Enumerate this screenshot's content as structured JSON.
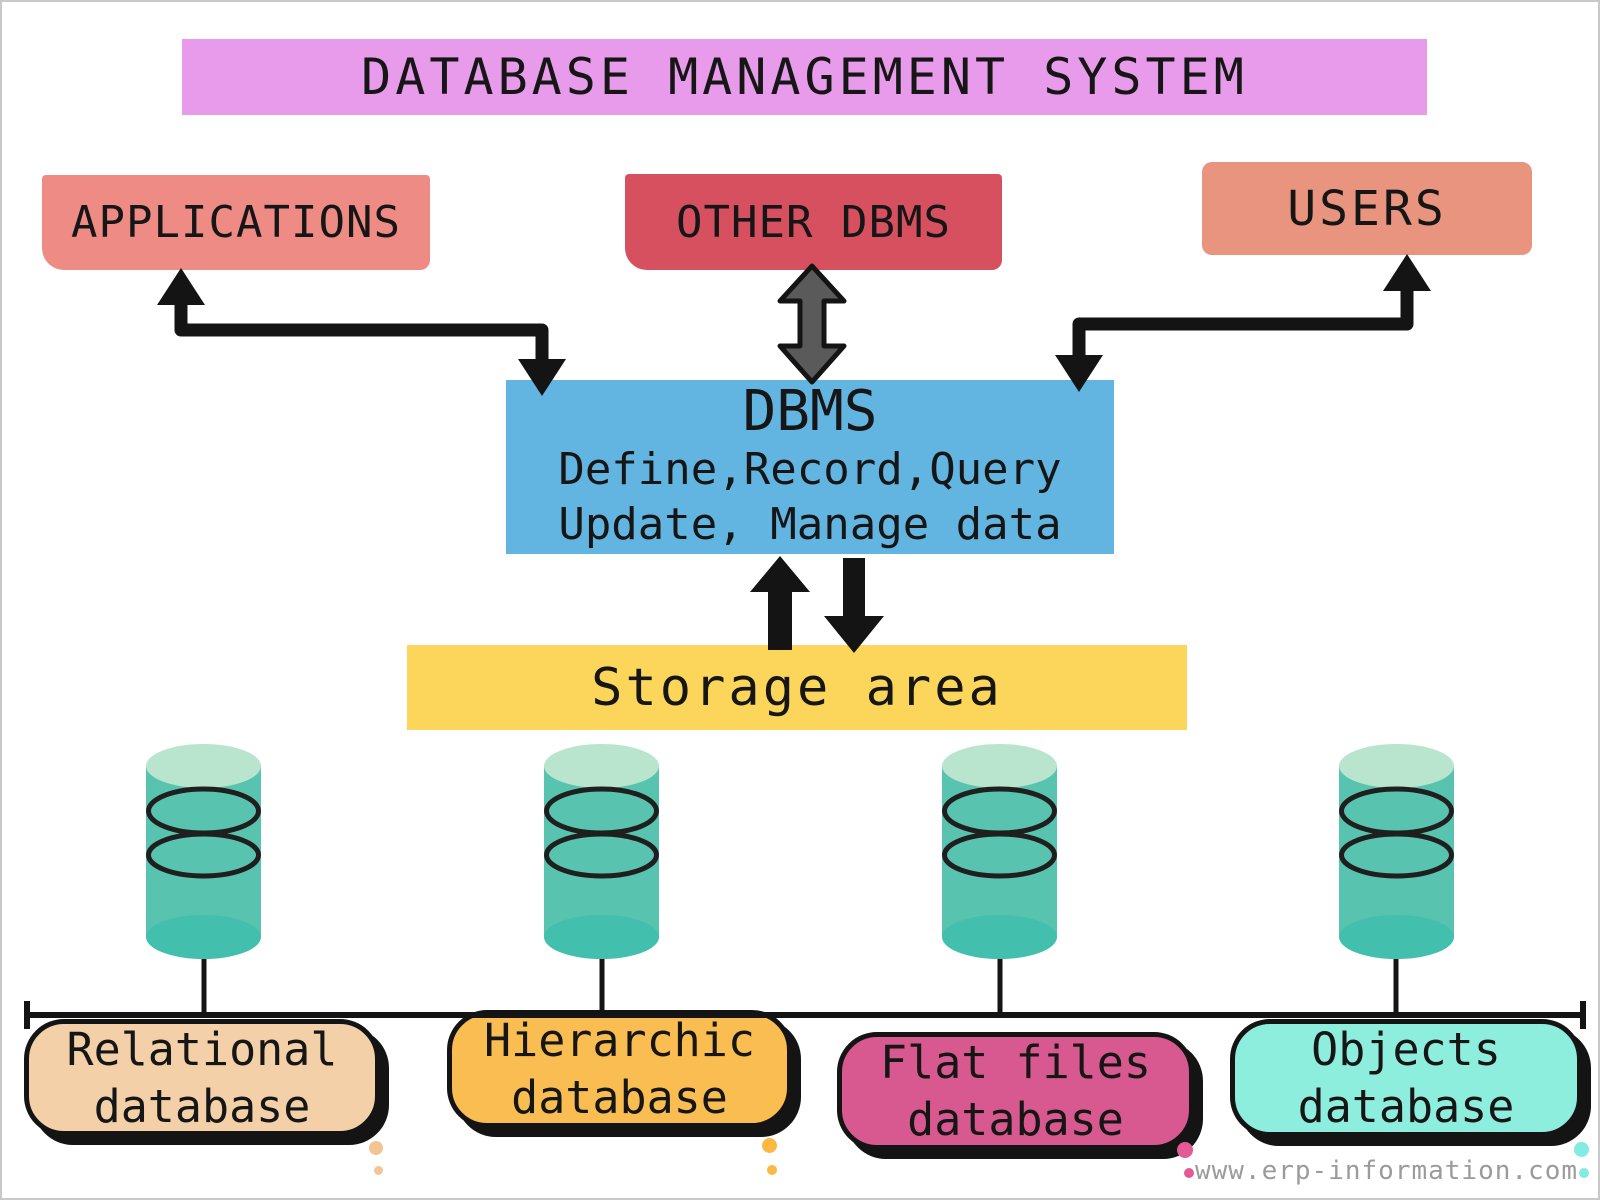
{
  "title": "DATABASE MANAGEMENT SYSTEM",
  "top_boxes": {
    "applications": "APPLICATIONS",
    "other_dbms": "OTHER DBMS",
    "users": "USERS"
  },
  "dbms": {
    "heading": "DBMS",
    "line1": "Define,Record,Query",
    "line2": "Update, Manage data"
  },
  "storage": {
    "label": "Storage area"
  },
  "databases": [
    {
      "line1": "Relational",
      "line2": "database"
    },
    {
      "line1": "Hierarchic",
      "line2": "database"
    },
    {
      "line1": "Flat files",
      "line2": "database"
    },
    {
      "line1": "Objects",
      "line2": "database"
    }
  ],
  "watermark": "www.erp-information.com",
  "icons": {
    "left_arrow": "elbow-arrow-applications-dbms",
    "right_arrow": "elbow-arrow-users-dbms",
    "center_arrow": "vertical-double-arrow-other-dbms",
    "storage_arrows": [
      "arrow-up",
      "arrow-down"
    ],
    "cylinder": "database-cylinder"
  },
  "colors": {
    "page_bg": "#ffffff",
    "frame_border": "#c9c9c9",
    "text": "#161616",
    "title_bg": "#e89bea",
    "applications_bg": "#ee8b84",
    "other_dbms_bg": "#d6505f",
    "users_bg": "#e9947e",
    "dbms_bg": "#63b5e1",
    "storage_bg": "#fcd65a",
    "cylinder_body": "#58c3ae",
    "cylinder_top": "#b9e4cd",
    "cylinder_bottom": "#43bfad",
    "relational_bg": "#f3d0a7",
    "hierarchic_bg": "#f9bd51",
    "flat_files_bg": "#d85890",
    "objects_bg": "#8eeede",
    "line_black": "#141414",
    "arrow_black": "#141414",
    "arrow_gray": "#5a5a5a",
    "dot_tan": "#f2c694",
    "dot_orange": "#f9b942",
    "dot_pink": "#e25b95",
    "dot_cyan": "#82ebe2",
    "watermark": "#9b9b9b"
  }
}
